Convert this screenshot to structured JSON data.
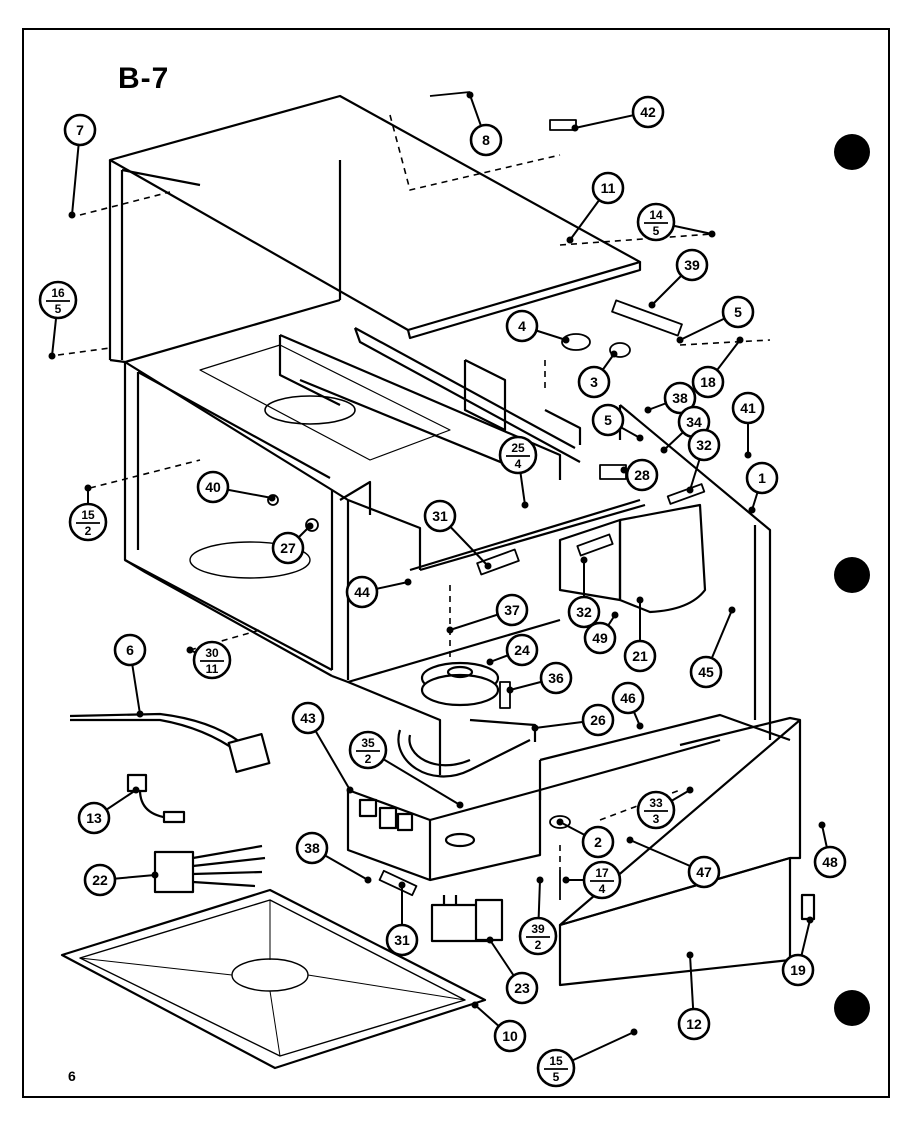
{
  "diagram": {
    "title": "B-7",
    "page_number": "6",
    "callouts": [
      {
        "id": "c7",
        "label": "7"
      },
      {
        "id": "c8top",
        "label": "8"
      },
      {
        "id": "c42",
        "label": "42"
      },
      {
        "id": "c11",
        "label": "11"
      },
      {
        "id": "c14_5",
        "num": "14",
        "den": "5"
      },
      {
        "id": "c16_5",
        "num": "16",
        "den": "5"
      },
      {
        "id": "c39a",
        "label": "39"
      },
      {
        "id": "c5a",
        "label": "5"
      },
      {
        "id": "c4",
        "label": "4"
      },
      {
        "id": "c3",
        "label": "3"
      },
      {
        "id": "c18",
        "label": "18"
      },
      {
        "id": "c5b",
        "label": "5"
      },
      {
        "id": "c38a",
        "label": "38"
      },
      {
        "id": "c34",
        "label": "34"
      },
      {
        "id": "c41",
        "label": "41"
      },
      {
        "id": "c32a",
        "label": "32"
      },
      {
        "id": "c1",
        "label": "1"
      },
      {
        "id": "c28",
        "label": "28"
      },
      {
        "id": "c25_4",
        "num": "25",
        "den": "4"
      },
      {
        "id": "c40",
        "label": "40"
      },
      {
        "id": "c27",
        "label": "27"
      },
      {
        "id": "c15_2",
        "num": "15",
        "den": "2"
      },
      {
        "id": "c31a",
        "label": "31"
      },
      {
        "id": "c44",
        "label": "44"
      },
      {
        "id": "c32b",
        "label": "32"
      },
      {
        "id": "c37",
        "label": "37"
      },
      {
        "id": "c24",
        "label": "24"
      },
      {
        "id": "c49",
        "label": "49"
      },
      {
        "id": "c21",
        "label": "21"
      },
      {
        "id": "c45",
        "label": "45"
      },
      {
        "id": "c6",
        "label": "6"
      },
      {
        "id": "c30_11",
        "num": "30",
        "den": "11"
      },
      {
        "id": "c36",
        "label": "36"
      },
      {
        "id": "c26",
        "label": "26"
      },
      {
        "id": "c46",
        "label": "46"
      },
      {
        "id": "c43",
        "label": "43"
      },
      {
        "id": "c35_2",
        "num": "35",
        "den": "2"
      },
      {
        "id": "c13",
        "label": "13"
      },
      {
        "id": "c2",
        "label": "2"
      },
      {
        "id": "c33_3",
        "num": "33",
        "den": "3"
      },
      {
        "id": "c38b",
        "label": "38"
      },
      {
        "id": "c22",
        "label": "22"
      },
      {
        "id": "c47",
        "label": "47"
      },
      {
        "id": "c17_4",
        "num": "17",
        "den": "4"
      },
      {
        "id": "c48",
        "label": "48"
      },
      {
        "id": "c31b",
        "label": "31"
      },
      {
        "id": "c39_2",
        "num": "39",
        "den": "2"
      },
      {
        "id": "c23",
        "label": "23"
      },
      {
        "id": "c19",
        "label": "19"
      },
      {
        "id": "c12",
        "label": "12"
      },
      {
        "id": "c10",
        "label": "10"
      },
      {
        "id": "c15_5",
        "num": "15",
        "den": "5"
      }
    ]
  }
}
